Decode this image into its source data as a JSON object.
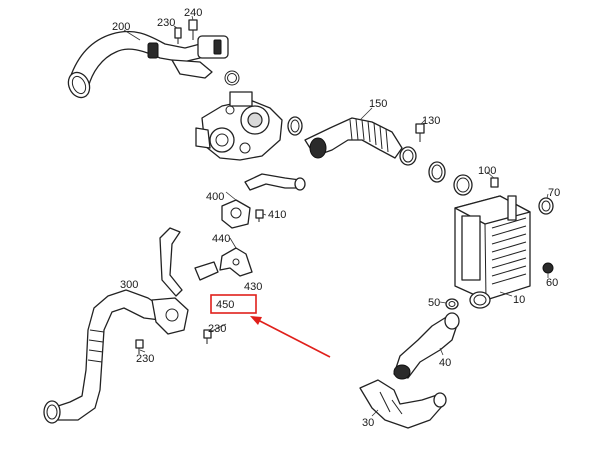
{
  "diagram": {
    "callouts": [
      "200",
      "230",
      "240",
      "150",
      "130",
      "100",
      "70",
      "400",
      "410",
      "440",
      "430",
      "300",
      "450",
      "230",
      "230",
      "50",
      "10",
      "60",
      "40",
      "30"
    ],
    "highlight": {
      "target": "450",
      "box_color": "#e0201b",
      "arrow_color": "#e0201b"
    }
  }
}
